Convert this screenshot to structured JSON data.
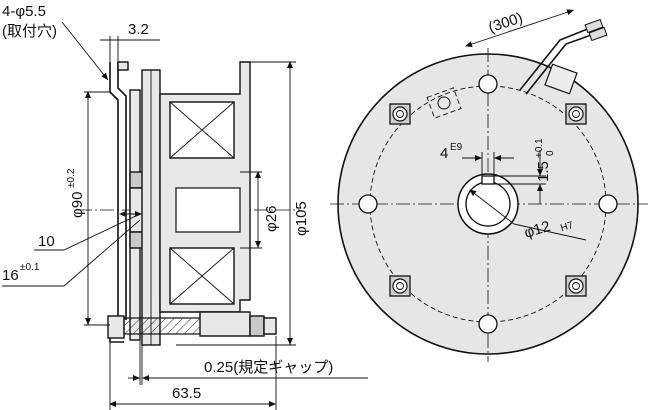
{
  "labels": {
    "mount_holes": "4-φ5.5",
    "mount_holes_note": "(取付穴)",
    "flange_thickness": "3.2",
    "dia_90": "φ90",
    "dia_90_tol": "±0.2",
    "dia_26": "φ26",
    "dia_105": "φ105",
    "len_10": "10",
    "len_16": "16",
    "len_16_tol": "±0.1",
    "gap": "0.25(規定ギャップ)",
    "overall_len": "63.5",
    "lead_len": "(300)",
    "keyway_w": "4",
    "keyway_w_tol": "E9",
    "keyway_d": "1.5",
    "keyway_d_tol_upper": "+0.1",
    "keyway_d_tol_lower": "0",
    "bore": "φ12",
    "bore_tol": "H7"
  }
}
